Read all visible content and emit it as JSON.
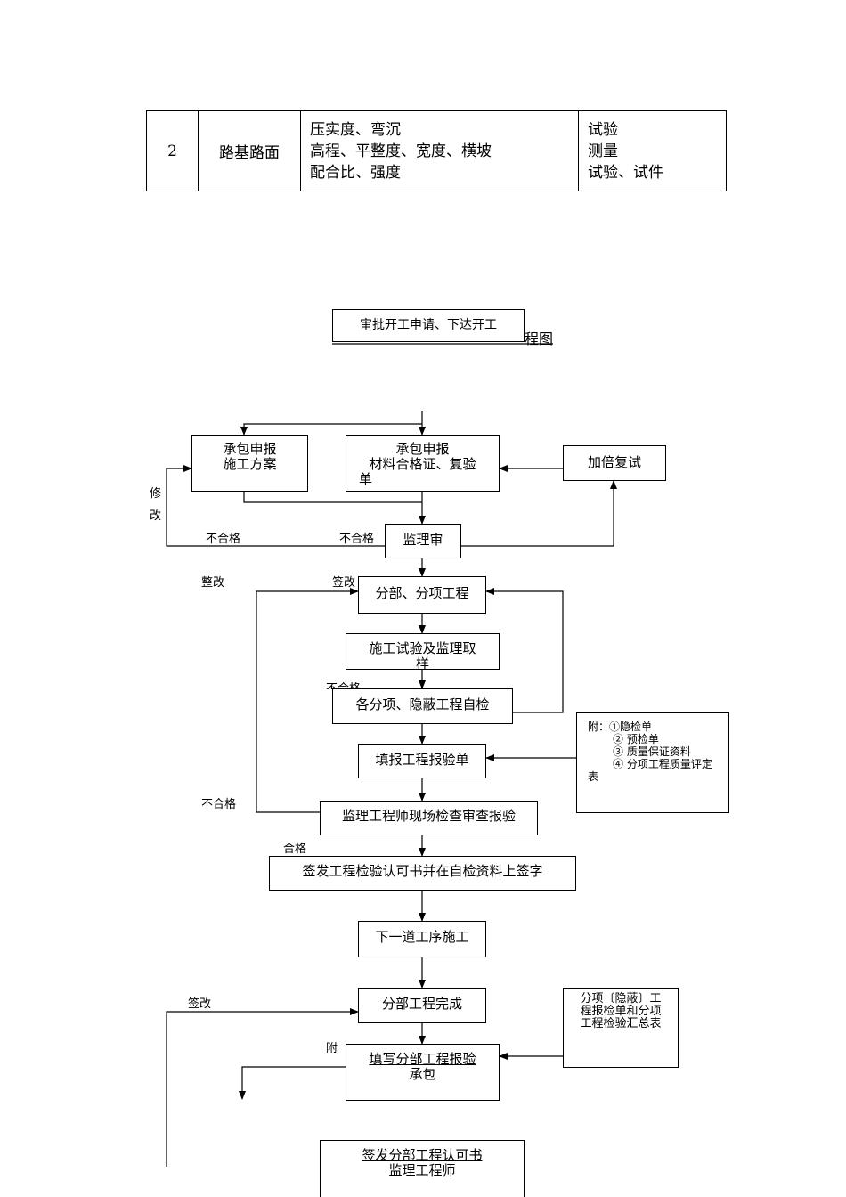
{
  "table": {
    "row": {
      "number": "2",
      "item": "路基路面",
      "parameters": [
        "压实度、弯沉",
        "高程、平整度、宽度、横坡",
        "配合比、强度"
      ],
      "methods": [
        "试验",
        "测量",
        "试验、试件"
      ]
    }
  },
  "flowchart": {
    "title_box": "审批开工申请、下达开工",
    "title_tail": "程图",
    "nodes": {
      "submit_plan": [
        "承包申报",
        "施工方案"
      ],
      "submit_material": [
        "承包申报",
        "材料合格证、复验",
        "单"
      ],
      "double_retest": "加倍复试",
      "supervision_review": "监理审",
      "sub_project": "分部、分项工程",
      "test_sampling": [
        "施工试验及监理取",
        "样"
      ],
      "self_inspection": "各分项、隐蔽工程自检",
      "fill_report": "填报工程报验单",
      "site_check": "监理工程师现场检查审查报验",
      "sign_certificate": "签发工程检验认可书并在自检资料上签字",
      "next_process": "下一道工序施工",
      "division_complete": "分部工程完成",
      "fill_division_report": [
        "填写分部工程报验",
        "承包"
      ],
      "division_certificate": [
        "签发分部工程认可书",
        "监理工程师"
      ]
    },
    "attachment_note": [
      "附：①隐检单",
      "② 预检单",
      "③ 质量保证资料",
      "④ 分项工程质量评定",
      "表"
    ],
    "summary_note": [
      "分项〔隐蔽〕工",
      "程报检单和分项",
      "工程检验汇总表"
    ],
    "labels": {
      "revise_1": "修",
      "revise_2": "改",
      "fail_left": "不合格",
      "fail_right": "不合格",
      "rectify": "整改",
      "sign_change_top": "签改",
      "fail_mid": "不合格",
      "fail_lower": "不合格",
      "pass": "合格",
      "sign_change_bottom": "签改",
      "attach": "附"
    }
  }
}
